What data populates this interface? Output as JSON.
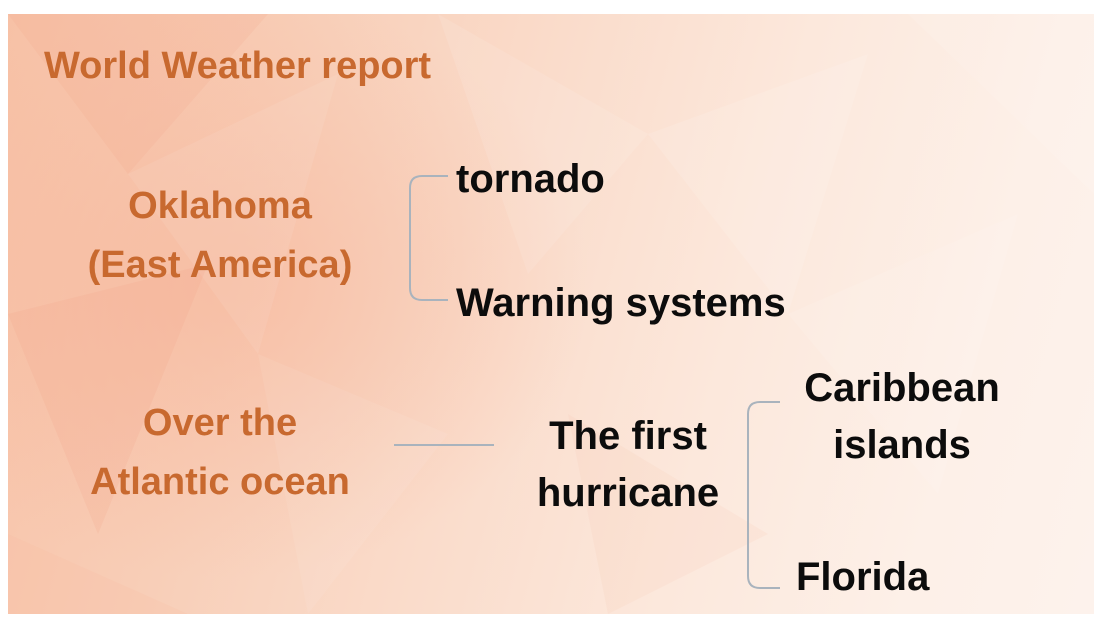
{
  "title": "World Weather report",
  "branches": [
    {
      "source_lines": [
        "Oklahoma",
        "(East America)"
      ],
      "targets": [
        "tornado",
        "Warning systems"
      ]
    },
    {
      "source_lines": [
        "Over the",
        "Atlantic ocean"
      ],
      "middle_lines": [
        "The first",
        "hurricane"
      ],
      "targets": [
        {
          "lines": [
            "Caribbean",
            "islands"
          ]
        },
        {
          "lines": [
            "Florida"
          ]
        }
      ]
    }
  ],
  "colors": {
    "heading": "#c8692f",
    "leaf_text": "#0c0c0c",
    "connector": "#a9b3bd"
  }
}
